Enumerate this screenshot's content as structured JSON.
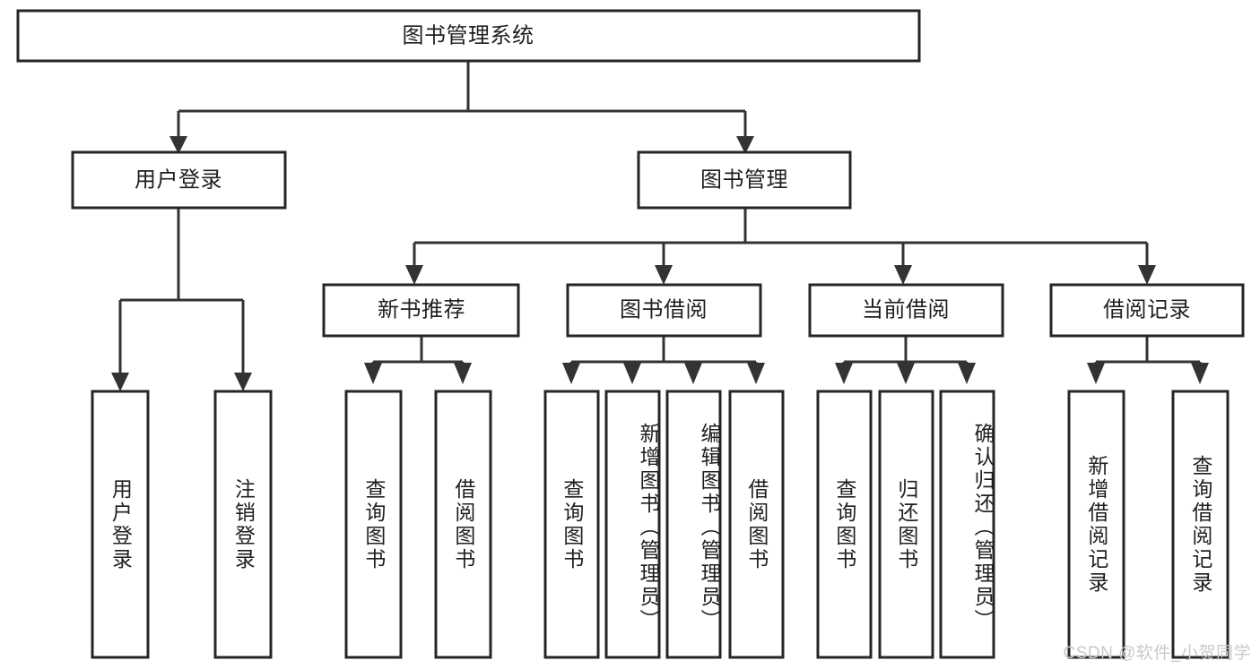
{
  "diagram": {
    "type": "tree-hierarchy",
    "orientation": "top-down",
    "root": {
      "id": "system",
      "label": "图书管理系统",
      "text_direction": "horizontal"
    },
    "level2": [
      {
        "id": "user-login",
        "label": "用户登录",
        "text_direction": "horizontal"
      },
      {
        "id": "book-manage",
        "label": "图书管理",
        "text_direction": "horizontal"
      }
    ],
    "level3": [
      {
        "id": "new-book-recommend",
        "label": "新书推荐",
        "parent": "book-manage",
        "text_direction": "horizontal"
      },
      {
        "id": "book-borrow",
        "label": "图书借阅",
        "parent": "book-manage",
        "text_direction": "horizontal"
      },
      {
        "id": "current-borrow",
        "label": "当前借阅",
        "parent": "book-manage",
        "text_direction": "horizontal"
      },
      {
        "id": "borrow-record",
        "label": "借阅记录",
        "parent": "book-manage",
        "text_direction": "horizontal"
      }
    ],
    "leaves": [
      {
        "id": "leaf-user-login",
        "label": "用户登录",
        "parent": "user-login",
        "text_direction": "vertical"
      },
      {
        "id": "leaf-user-logout",
        "label": "注销登录",
        "parent": "user-login",
        "text_direction": "vertical"
      },
      {
        "id": "leaf-query-book-1",
        "label": "查询图书",
        "parent": "new-book-recommend",
        "text_direction": "vertical"
      },
      {
        "id": "leaf-borrow-book-1",
        "label": "借阅图书",
        "parent": "new-book-recommend",
        "text_direction": "vertical"
      },
      {
        "id": "leaf-query-book-2",
        "label": "查询图书",
        "parent": "book-borrow",
        "text_direction": "vertical"
      },
      {
        "id": "leaf-add-book",
        "label": "新增图书（管理员）",
        "parent": "book-borrow",
        "text_direction": "vertical"
      },
      {
        "id": "leaf-edit-book",
        "label": "编辑图书（管理员）",
        "parent": "book-borrow",
        "text_direction": "vertical"
      },
      {
        "id": "leaf-borrow-book-2",
        "label": "借阅图书",
        "parent": "book-borrow",
        "text_direction": "vertical"
      },
      {
        "id": "leaf-query-book-3",
        "label": "查询图书",
        "parent": "current-borrow",
        "text_direction": "vertical"
      },
      {
        "id": "leaf-return-book",
        "label": "归还图书",
        "parent": "current-borrow",
        "text_direction": "vertical"
      },
      {
        "id": "leaf-confirm-return",
        "label": "确认归还（管理员）",
        "parent": "current-borrow",
        "text_direction": "vertical"
      },
      {
        "id": "leaf-add-record",
        "label": "新增借阅记录",
        "parent": "borrow-record",
        "text_direction": "vertical"
      },
      {
        "id": "leaf-query-record",
        "label": "查询借阅记录",
        "parent": "borrow-record",
        "text_direction": "vertical"
      }
    ],
    "colors": {
      "box_fill": "#ffffff",
      "box_stroke": "#262626",
      "edge": "#333333",
      "text": "#1f1f1f",
      "background": "#ffffff",
      "watermark": "#c9c9c9"
    }
  },
  "watermark": {
    "text": "CSDN @软件_小贺同学"
  }
}
